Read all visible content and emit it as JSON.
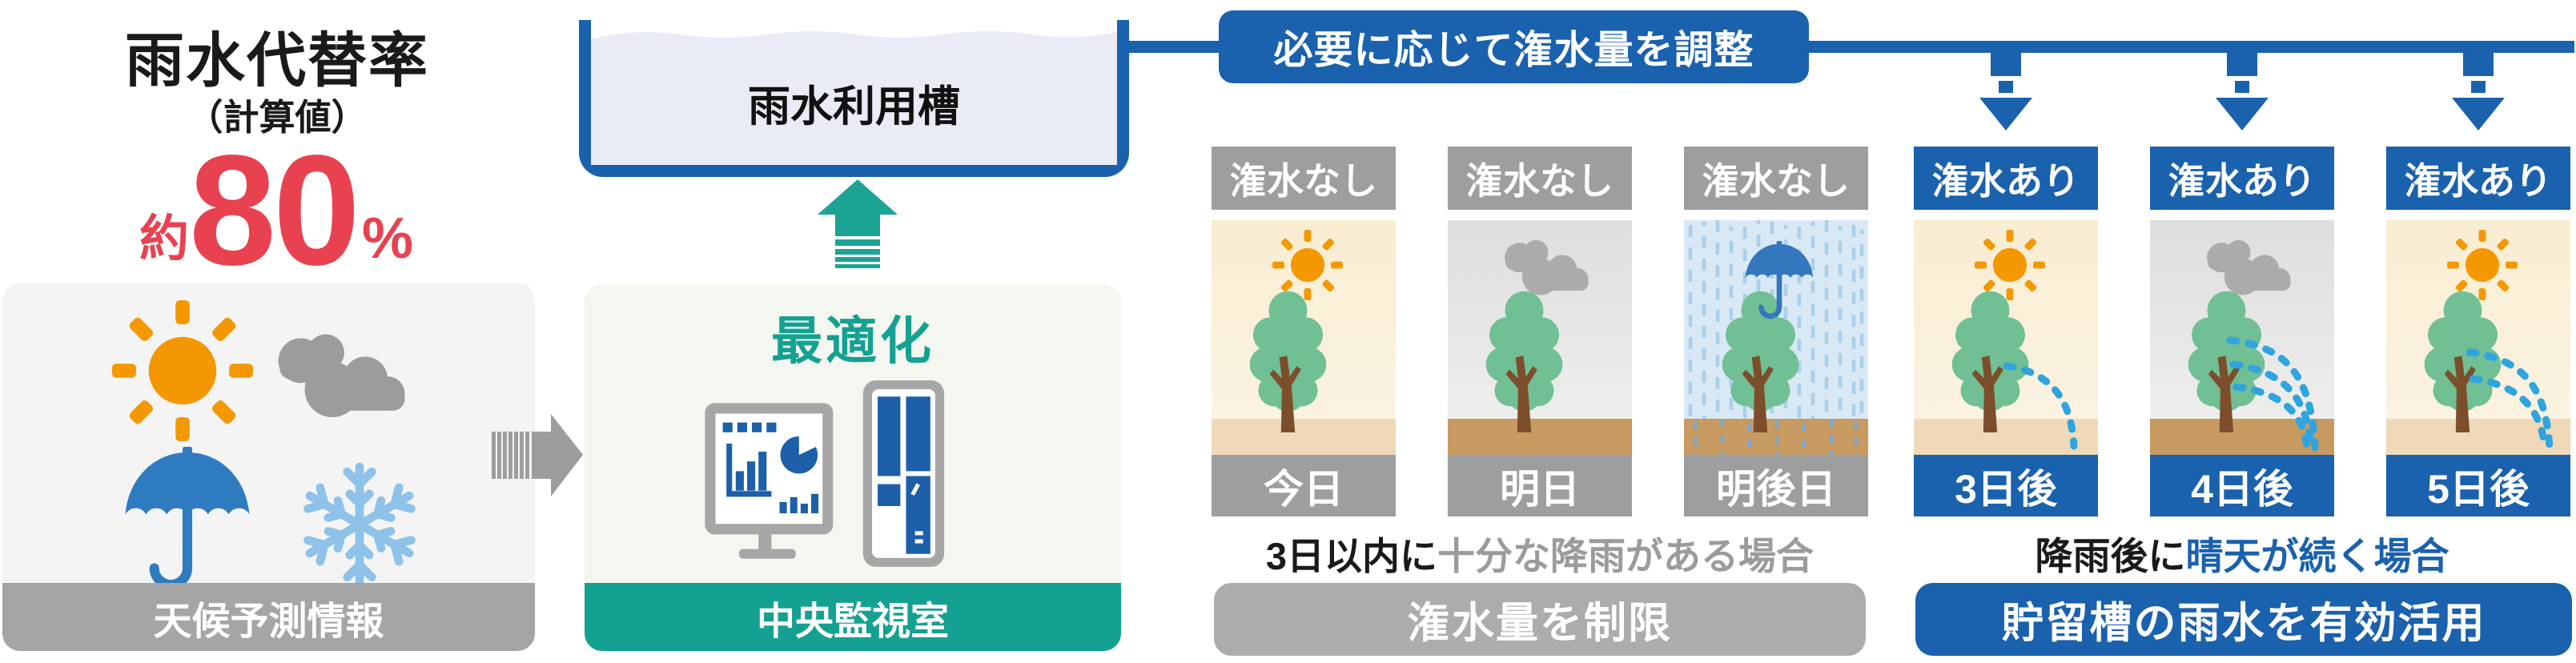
{
  "stat": {
    "title": "雨水代替率",
    "subtitle": "（計算値）",
    "prefix": "約",
    "value": "80",
    "unit": "%"
  },
  "weather_box": {
    "caption": "天候予測情報",
    "icons": [
      "sun-icon",
      "clouds-icon",
      "umbrella-icon",
      "snowflake-icon"
    ]
  },
  "flow": {
    "tank_label": "雨水利用槽",
    "optimize_label": "最適化",
    "control_caption": "中央監視室",
    "banner": "必要に応じて潅水量を調整"
  },
  "columns": [
    {
      "status": "潅水なし",
      "day": "今日",
      "weather": "sunny",
      "watering_arcs": 0
    },
    {
      "status": "潅水なし",
      "day": "明日",
      "weather": "cloudy",
      "watering_arcs": 0
    },
    {
      "status": "潅水なし",
      "day": "明後日",
      "weather": "rainy",
      "watering_arcs": 0
    },
    {
      "status": "潅水あり",
      "day": "3日後",
      "weather": "sunny",
      "watering_arcs": 1
    },
    {
      "status": "潅水あり",
      "day": "4日後",
      "weather": "cloudy",
      "watering_arcs": 3
    },
    {
      "status": "潅水あり",
      "day": "5日後",
      "weather": "sunny",
      "watering_arcs": 2
    }
  ],
  "cases": {
    "limit": {
      "lead": "3日以内に",
      "rest": "十分な降雨がある場合",
      "action": "潅水量を制限"
    },
    "use": {
      "lead": "降雨後に",
      "rest": "晴天が続く場合",
      "action": "貯留槽の雨水を有効活用"
    }
  },
  "colors": {
    "accent_blue": "#1A61AE",
    "teal": "#14A191",
    "red": "#E84250",
    "gray_bar": "#A5A5A6",
    "column_gray": "#9D9E9F",
    "water": "#E9EBF5",
    "sun_orange": "#F39800",
    "tree_green": "#71BF94",
    "soil_light": "#EFD9B8",
    "soil_dark": "#C69A60",
    "spray_blue": "#2FA4DF"
  }
}
